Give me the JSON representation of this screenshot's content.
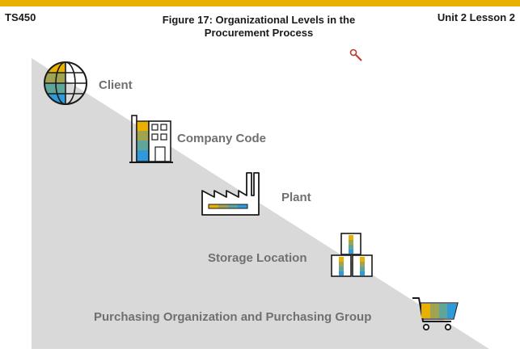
{
  "header": {
    "course_code": "TS450",
    "figure_title_line1": "Figure 17: Organizational Levels in the",
    "figure_title_line2": "Procurement Process",
    "unit_lesson": "Unit 2 Lesson 2"
  },
  "levels": [
    {
      "label": "Client",
      "icon": "globe-icon"
    },
    {
      "label": "Company Code",
      "icon": "building-icon"
    },
    {
      "label": "Plant",
      "icon": "factory-icon"
    },
    {
      "label": "Storage Location",
      "icon": "boxes-icon"
    },
    {
      "label": "Purchasing Organization and Purchasing Group",
      "icon": "shopping-cart-icon"
    }
  ],
  "colors": {
    "accent_bar": "#e8b000",
    "triangle": "#d9d9d9",
    "stripe_yellow": "#e8b000",
    "stripe_olive": "#a0a450",
    "stripe_green": "#5fa59a",
    "stripe_blue": "#2e9ad9",
    "label_gray": "#707070"
  }
}
